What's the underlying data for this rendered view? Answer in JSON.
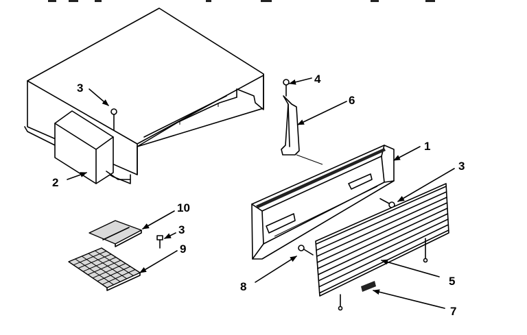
{
  "callouts": [
    {
      "id": "label-1",
      "text": "1"
    },
    {
      "id": "label-2",
      "text": "2"
    },
    {
      "id": "label-3-top",
      "text": "3"
    },
    {
      "id": "label-3-mid",
      "text": "3"
    },
    {
      "id": "label-3-right",
      "text": "3"
    },
    {
      "id": "label-4",
      "text": "4"
    },
    {
      "id": "label-5",
      "text": "5"
    },
    {
      "id": "label-6",
      "text": "6"
    },
    {
      "id": "label-7",
      "text": "7"
    },
    {
      "id": "label-8",
      "text": "8"
    },
    {
      "id": "label-9",
      "text": "9"
    },
    {
      "id": "label-10",
      "text": "10"
    }
  ]
}
